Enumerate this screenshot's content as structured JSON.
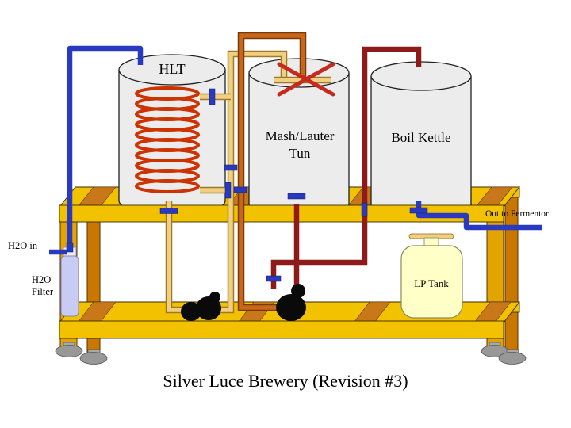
{
  "diagram": {
    "title": "Silver Luce Brewery (Revision #3)",
    "vessels": {
      "hlt": {
        "label": "HLT"
      },
      "mash_tun": {
        "label_line1": "Mash/Lauter",
        "label_line2": "Tun"
      },
      "boil_kettle": {
        "label": "Boil Kettle"
      },
      "lp_tank": {
        "label": "LP Tank"
      },
      "water_filter": {
        "label_line1": "H2O",
        "label_line2": "Filter"
      }
    },
    "annotations": {
      "water_inlet": "H2O in",
      "fermentor_outlet": "Out to Fermentor"
    },
    "colors": {
      "background": "#FFFFFF",
      "frame_gold": "#F2C200",
      "frame_orange": "#C87818",
      "tank_fill": "#ECECEC",
      "coil_red": "#CC3300",
      "mixer_red": "#C62A1E",
      "pipe_blue": "#2A3AC0",
      "pipe_khaki": "#F0CF80",
      "pipe_copper": "#C8661A",
      "pipe_wort_red": "#8E1A1A",
      "pump_black": "#0A0A0A",
      "lp_tank_fill": "#FFFFC8",
      "filter_fill": "#C9CCF2",
      "foot_gray": "#A0A0A0"
    }
  }
}
